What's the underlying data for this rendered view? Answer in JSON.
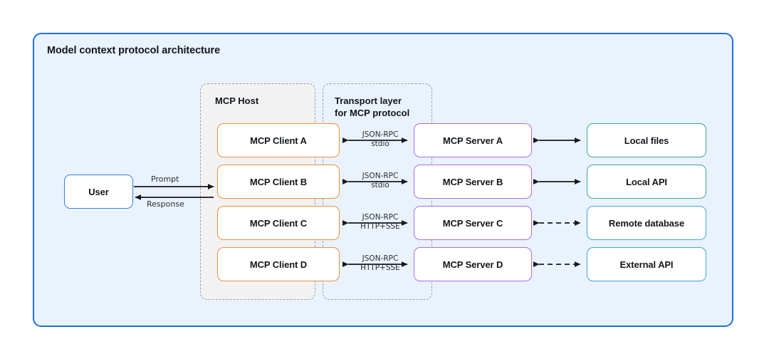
{
  "panel": {
    "title": "Model context protocol architecture",
    "border_color": "#1f6fe5",
    "background_color": "#eaf2fd"
  },
  "groups": {
    "host": {
      "label": "MCP Host",
      "style": "dashed",
      "background_color": "#f2f2f3"
    },
    "transport": {
      "label_line1": "Transport layer",
      "label_line2": "for MCP protocol",
      "style": "dashed"
    }
  },
  "user": {
    "label": "User",
    "border_color": "#2f7ef0"
  },
  "flows": {
    "prompt": "Prompt",
    "response": "Response"
  },
  "rows": [
    {
      "client": "MCP Client A",
      "server": "MCP Server A",
      "resource": "Local files",
      "transport_line1": "JSON-RPC",
      "transport_line2": "stdio",
      "resource_link": "solid",
      "resource_border_color": "#3aa39d"
    },
    {
      "client": "MCP Client B",
      "server": "MCP Server B",
      "resource": "Local API",
      "transport_line1": "JSON-RPC",
      "transport_line2": "stdio",
      "resource_link": "solid",
      "resource_border_color": "#3aa39d"
    },
    {
      "client": "MCP Client C",
      "server": "MCP Server C",
      "resource": "Remote database",
      "transport_line1": "JSON-RPC",
      "transport_line2": "HTTP+SSE",
      "resource_link": "dashed",
      "resource_border_color": "#3ba7ec"
    },
    {
      "client": "MCP Client D",
      "server": "MCP Server D",
      "resource": "External API",
      "transport_line1": "JSON-RPC",
      "transport_line2": "HTTP+SSE",
      "resource_link": "dashed",
      "resource_border_color": "#3ba7ec"
    }
  ],
  "colors": {
    "client_border": "#f08f3e",
    "server_border": "#a96cf5",
    "arrow": "#15181d",
    "group_dash": "#9aa0aa"
  }
}
